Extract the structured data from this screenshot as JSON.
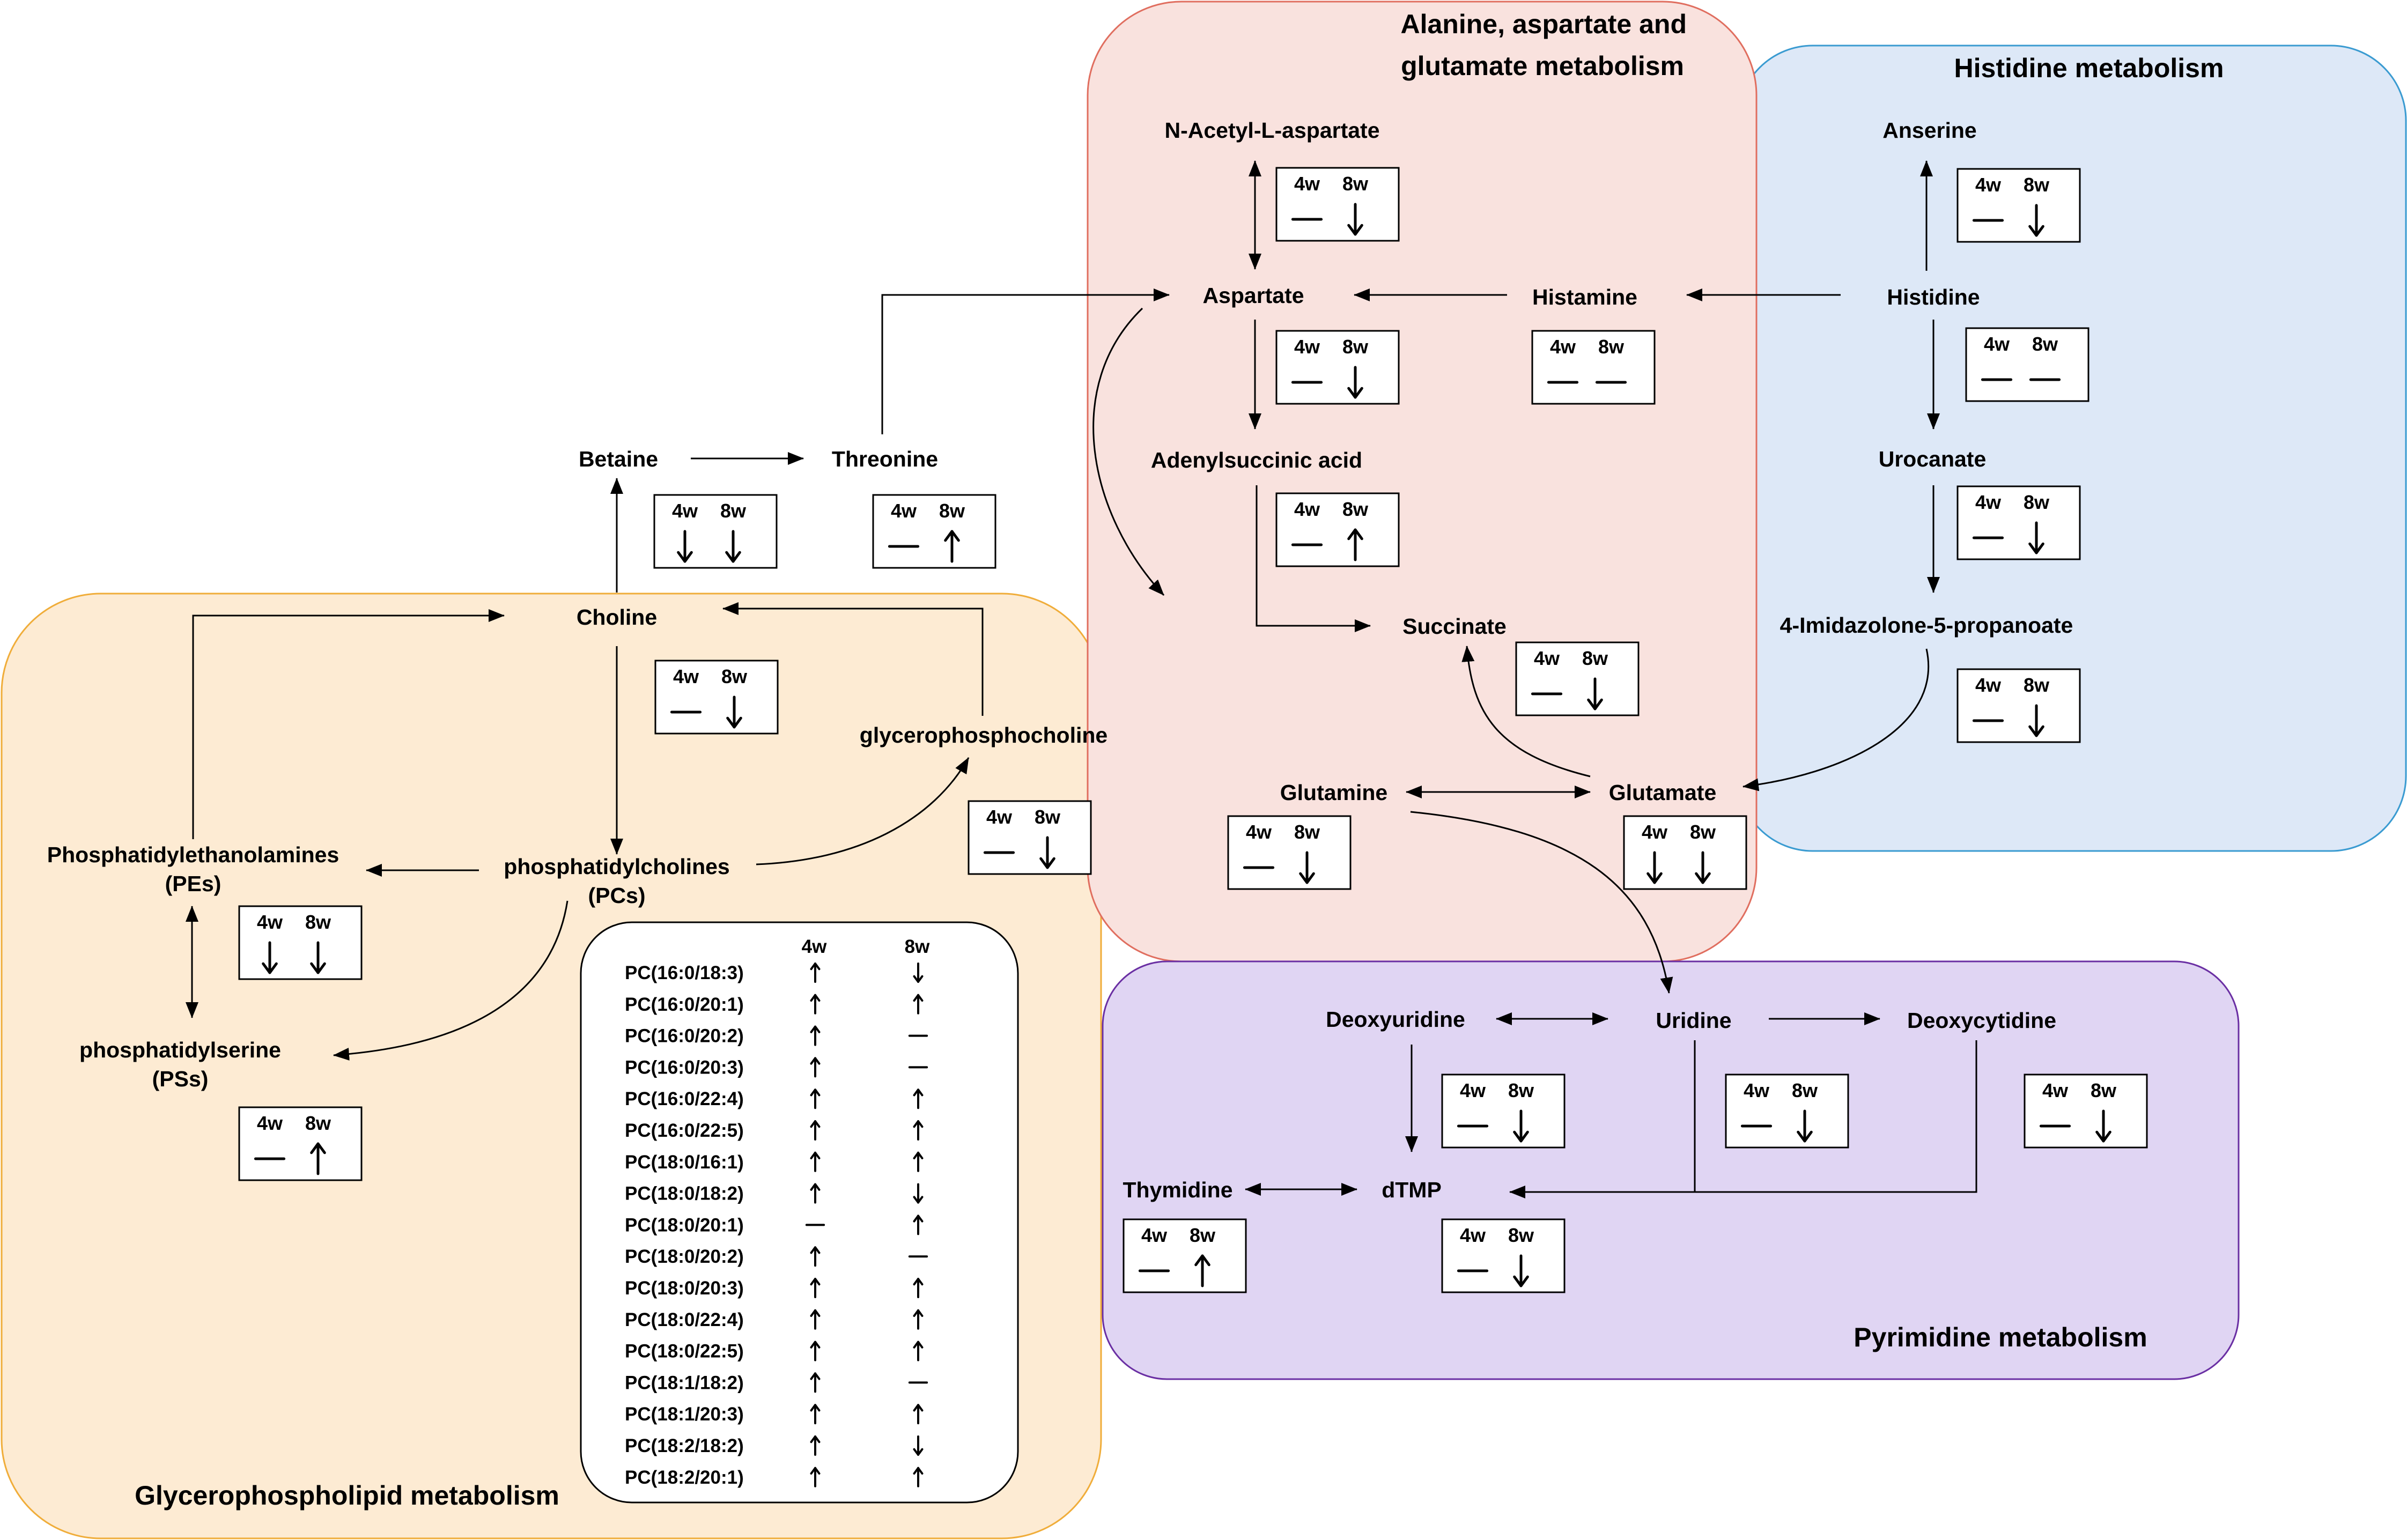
{
  "regions": [
    {
      "id": "ala",
      "title_lines": [
        "Alanine, aspartate and",
        "glutamate metabolism"
      ],
      "fill": "#f9e2de",
      "stroke": "#e06e5f"
    },
    {
      "id": "his",
      "title_lines": [
        "Histidine metabolism"
      ],
      "fill": "#dde8f7",
      "stroke": "#3a9bd1"
    },
    {
      "id": "gly",
      "title_lines": [
        "Glycerophospholipid metabolism"
      ],
      "fill": "#fdebd3",
      "stroke": "#f0ad3a"
    },
    {
      "id": "pyr",
      "title_lines": [
        "Pyrimidine metabolism"
      ],
      "fill": "#e0d5f3",
      "stroke": "#6a2fa3"
    }
  ],
  "trend_headers": {
    "col1": "4w",
    "col2": "8w"
  },
  "nodes": [
    {
      "id": "n-acetyl",
      "lines": [
        "N-Acetyl-L-aspartate"
      ],
      "trend": [
        "flat",
        "down"
      ]
    },
    {
      "id": "aspartate",
      "lines": [
        "Aspartate"
      ],
      "trend": [
        "flat",
        "down"
      ]
    },
    {
      "id": "histamine",
      "lines": [
        "Histamine"
      ],
      "trend": [
        "flat",
        "flat"
      ]
    },
    {
      "id": "adenylsuccinic",
      "lines": [
        "Adenylsuccinic acid"
      ],
      "trend": [
        "flat",
        "up"
      ]
    },
    {
      "id": "succinate",
      "lines": [
        "Succinate"
      ],
      "trend": [
        "flat",
        "down"
      ]
    },
    {
      "id": "glutamine",
      "lines": [
        "Glutamine"
      ],
      "trend": [
        "flat",
        "down"
      ]
    },
    {
      "id": "glutamate",
      "lines": [
        "Glutamate"
      ],
      "trend": [
        "down",
        "down"
      ]
    },
    {
      "id": "anserine",
      "lines": [
        "Anserine"
      ],
      "trend": [
        "flat",
        "down"
      ]
    },
    {
      "id": "histidine",
      "lines": [
        "Histidine"
      ],
      "trend": [
        "flat",
        "flat"
      ]
    },
    {
      "id": "urocanate",
      "lines": [
        "Urocanate"
      ],
      "trend": [
        "flat",
        "down"
      ]
    },
    {
      "id": "imidazolone",
      "lines": [
        "4-Imidazolone-5-propanoate"
      ],
      "trend": [
        "flat",
        "down"
      ]
    },
    {
      "id": "betaine",
      "lines": [
        "Betaine"
      ],
      "trend": [
        "down",
        "down"
      ]
    },
    {
      "id": "threonine",
      "lines": [
        "Threonine"
      ],
      "trend": [
        "flat",
        "up"
      ]
    },
    {
      "id": "choline",
      "lines": [
        "Choline"
      ],
      "trend": [
        "flat",
        "down"
      ]
    },
    {
      "id": "gpc",
      "lines": [
        "glycerophosphocholine"
      ],
      "trend": [
        "flat",
        "down"
      ]
    },
    {
      "id": "pes",
      "lines": [
        "Phosphatidylethanolamines",
        "(PEs)"
      ],
      "trend": [
        "down",
        "down"
      ]
    },
    {
      "id": "pcs",
      "lines": [
        "phosphatidylcholines",
        "(PCs)"
      ],
      "trend": null
    },
    {
      "id": "pss",
      "lines": [
        "phosphatidylserine",
        "(PSs)"
      ],
      "trend": [
        "flat",
        "up"
      ]
    },
    {
      "id": "deoxyuridine",
      "lines": [
        "Deoxyuridine"
      ],
      "trend": [
        "flat",
        "down"
      ]
    },
    {
      "id": "uridine",
      "lines": [
        "Uridine"
      ],
      "trend": [
        "flat",
        "down"
      ]
    },
    {
      "id": "deoxycytidine",
      "lines": [
        "Deoxycytidine"
      ],
      "trend": [
        "flat",
        "down"
      ]
    },
    {
      "id": "thymidine",
      "lines": [
        "Thymidine"
      ],
      "trend": [
        "flat",
        "up"
      ]
    },
    {
      "id": "dtmp",
      "lines": [
        "dTMP"
      ],
      "trend": [
        "flat",
        "down"
      ]
    }
  ],
  "pc_table": {
    "headers": [
      "4w",
      "8w"
    ],
    "rows": [
      {
        "name": "PC(16:0/18:3)",
        "w4": "up",
        "w8": "down"
      },
      {
        "name": "PC(16:0/20:1)",
        "w4": "up",
        "w8": "up"
      },
      {
        "name": "PC(16:0/20:2)",
        "w4": "up",
        "w8": "flat"
      },
      {
        "name": "PC(16:0/20:3)",
        "w4": "up",
        "w8": "flat"
      },
      {
        "name": "PC(16:0/22:4)",
        "w4": "up",
        "w8": "up"
      },
      {
        "name": "PC(16:0/22:5)",
        "w4": "up",
        "w8": "up"
      },
      {
        "name": "PC(18:0/16:1)",
        "w4": "up",
        "w8": "up"
      },
      {
        "name": "PC(18:0/18:2)",
        "w4": "up",
        "w8": "down"
      },
      {
        "name": "PC(18:0/20:1)",
        "w4": "flat",
        "w8": "up"
      },
      {
        "name": "PC(18:0/20:2)",
        "w4": "up",
        "w8": "flat"
      },
      {
        "name": "PC(18:0/20:3)",
        "w4": "up",
        "w8": "up"
      },
      {
        "name": "PC(18:0/22:4)",
        "w4": "up",
        "w8": "up"
      },
      {
        "name": "PC(18:0/22:5)",
        "w4": "up",
        "w8": "up"
      },
      {
        "name": "PC(18:1/18:2)",
        "w4": "up",
        "w8": "flat"
      },
      {
        "name": "PC(18:1/20:3)",
        "w4": "up",
        "w8": "up"
      },
      {
        "name": "PC(18:2/18:2)",
        "w4": "up",
        "w8": "down"
      },
      {
        "name": "PC(18:2/20:1)",
        "w4": "up",
        "w8": "up"
      }
    ]
  }
}
